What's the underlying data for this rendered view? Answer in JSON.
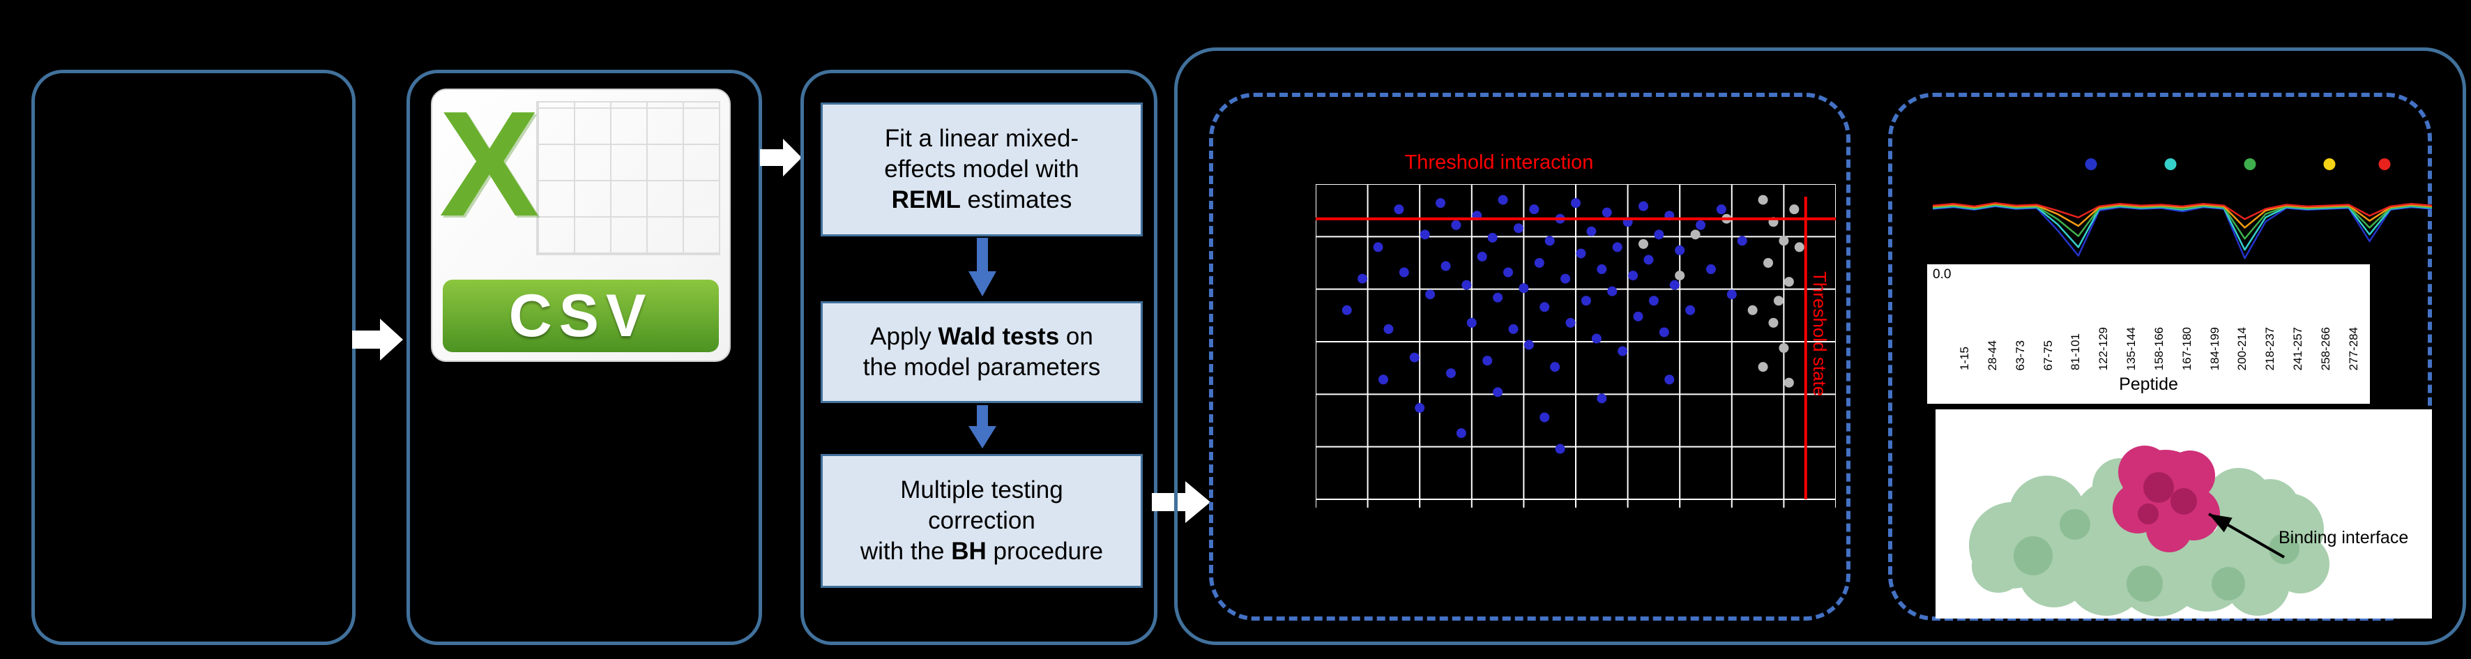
{
  "colors": {
    "background": "#000000",
    "solid_border": "#41719c",
    "dashed_border": "#4472c4",
    "step_fill": "#dbe5f1",
    "threshold": "#ff0000",
    "csv_green": "#4c9322",
    "grid_line": "#ffffff"
  },
  "csv": {
    "x": "X",
    "label": "CSV"
  },
  "steps": [
    {
      "pre": "Fit a linear mixed-\neffects model with\n",
      "bold": "REML",
      "post": " estimates"
    },
    {
      "pre": "Apply ",
      "bold": "Wald tests",
      "post": " on\nthe model parameters"
    },
    {
      "pre": "Multiple testing\ncorrection\nwith the ",
      "bold": "BH",
      "post": " procedure"
    }
  ],
  "volcano": {
    "title": "Threshold interaction",
    "side_label": "Threshold state",
    "grid": {
      "cols": 10,
      "rows": 6
    },
    "threshold_h_frac": 0.11,
    "threshold_v_frac": 0.942,
    "point_colors": {
      "blue": "#2b2bd0",
      "gray": "#b8b8b8"
    },
    "blue_points": [
      [
        6,
        40
      ],
      [
        9,
        30
      ],
      [
        12,
        20
      ],
      [
        14,
        46
      ],
      [
        16,
        8
      ],
      [
        17,
        28
      ],
      [
        19,
        55
      ],
      [
        21,
        16
      ],
      [
        22,
        35
      ],
      [
        24,
        6
      ],
      [
        25,
        26
      ],
      [
        26,
        60
      ],
      [
        27,
        13
      ],
      [
        29,
        32
      ],
      [
        30,
        44
      ],
      [
        31,
        10
      ],
      [
        32,
        23
      ],
      [
        33,
        56
      ],
      [
        34,
        17
      ],
      [
        35,
        36
      ],
      [
        36,
        5
      ],
      [
        37,
        28
      ],
      [
        38,
        46
      ],
      [
        39,
        14
      ],
      [
        40,
        33
      ],
      [
        41,
        51
      ],
      [
        42,
        8
      ],
      [
        43,
        25
      ],
      [
        44,
        39
      ],
      [
        45,
        18
      ],
      [
        46,
        58
      ],
      [
        47,
        11
      ],
      [
        48,
        30
      ],
      [
        49,
        44
      ],
      [
        50,
        6
      ],
      [
        51,
        22
      ],
      [
        52,
        37
      ],
      [
        53,
        15
      ],
      [
        54,
        49
      ],
      [
        55,
        27
      ],
      [
        56,
        9
      ],
      [
        57,
        34
      ],
      [
        58,
        20
      ],
      [
        59,
        53
      ],
      [
        60,
        12
      ],
      [
        61,
        29
      ],
      [
        62,
        42
      ],
      [
        63,
        7
      ],
      [
        64,
        24
      ],
      [
        65,
        37
      ],
      [
        66,
        16
      ],
      [
        67,
        47
      ],
      [
        68,
        10
      ],
      [
        69,
        32
      ],
      [
        70,
        21
      ],
      [
        72,
        40
      ],
      [
        74,
        13
      ],
      [
        76,
        27
      ],
      [
        78,
        8
      ],
      [
        80,
        35
      ],
      [
        82,
        18
      ],
      [
        55,
        68
      ],
      [
        35,
        66
      ],
      [
        20,
        71
      ],
      [
        13,
        62
      ],
      [
        44,
        74
      ],
      [
        28,
        79
      ],
      [
        47,
        84
      ],
      [
        68,
        62
      ]
    ],
    "gray_points": [
      [
        86,
        5
      ],
      [
        88,
        12
      ],
      [
        90,
        18
      ],
      [
        87,
        25
      ],
      [
        91,
        31
      ],
      [
        89,
        37
      ],
      [
        92,
        8
      ],
      [
        93,
        20
      ],
      [
        88,
        44
      ],
      [
        90,
        52
      ],
      [
        86,
        58
      ],
      [
        91,
        63
      ],
      [
        73,
        16
      ],
      [
        79,
        11
      ],
      [
        63,
        19
      ],
      [
        70,
        29
      ],
      [
        84,
        40
      ]
    ]
  },
  "uptake": {
    "ytick": "0.0",
    "xlabel": "Peptide",
    "peptides": [
      "1-15",
      "28-44",
      "63-73",
      "67-75",
      "81-101",
      "122-129",
      "135-144",
      "158-166",
      "167-180",
      "184-199",
      "200-214",
      "218-237",
      "241-257",
      "258-266",
      "277-284"
    ],
    "legend_dots": [
      {
        "color": "#2433c8",
        "x": 31.7
      },
      {
        "color": "#35d0ca",
        "x": 47.6
      },
      {
        "color": "#3fae4c",
        "x": 63.5
      },
      {
        "color": "#f5d316",
        "x": 79.4
      },
      {
        "color": "#e8231e",
        "x": 90.5
      }
    ],
    "series": [
      {
        "name": "blue",
        "color": "#2433c8",
        "values": [
          30,
          28,
          31,
          27,
          30,
          29,
          55,
          85,
          32,
          28,
          30,
          29,
          33,
          28,
          30,
          88,
          45,
          29,
          31,
          30,
          29,
          68,
          31,
          28,
          30
        ]
      },
      {
        "name": "cyan",
        "color": "#35d0ca",
        "values": [
          29,
          27,
          30,
          26,
          29,
          28,
          48,
          75,
          30,
          27,
          29,
          28,
          31,
          27,
          29,
          78,
          40,
          28,
          30,
          29,
          28,
          60,
          30,
          27,
          29
        ]
      },
      {
        "name": "green",
        "color": "#3fae4c",
        "values": [
          28,
          26,
          29,
          25,
          28,
          27,
          42,
          62,
          29,
          26,
          28,
          27,
          30,
          26,
          28,
          65,
          36,
          27,
          29,
          28,
          27,
          52,
          29,
          26,
          28
        ]
      },
      {
        "name": "orange",
        "color": "#f59b14",
        "values": [
          27,
          25,
          28,
          24,
          27,
          26,
          36,
          50,
          28,
          25,
          27,
          26,
          28,
          25,
          27,
          52,
          32,
          26,
          28,
          27,
          26,
          44,
          28,
          25,
          27
        ]
      },
      {
        "name": "red",
        "color": "#e8231e",
        "values": [
          26,
          24,
          27,
          23,
          26,
          25,
          32,
          40,
          27,
          24,
          26,
          25,
          27,
          24,
          26,
          42,
          30,
          25,
          27,
          26,
          25,
          38,
          27,
          24,
          26
        ]
      }
    ]
  },
  "protein": {
    "binding_label": "Binding interface"
  }
}
